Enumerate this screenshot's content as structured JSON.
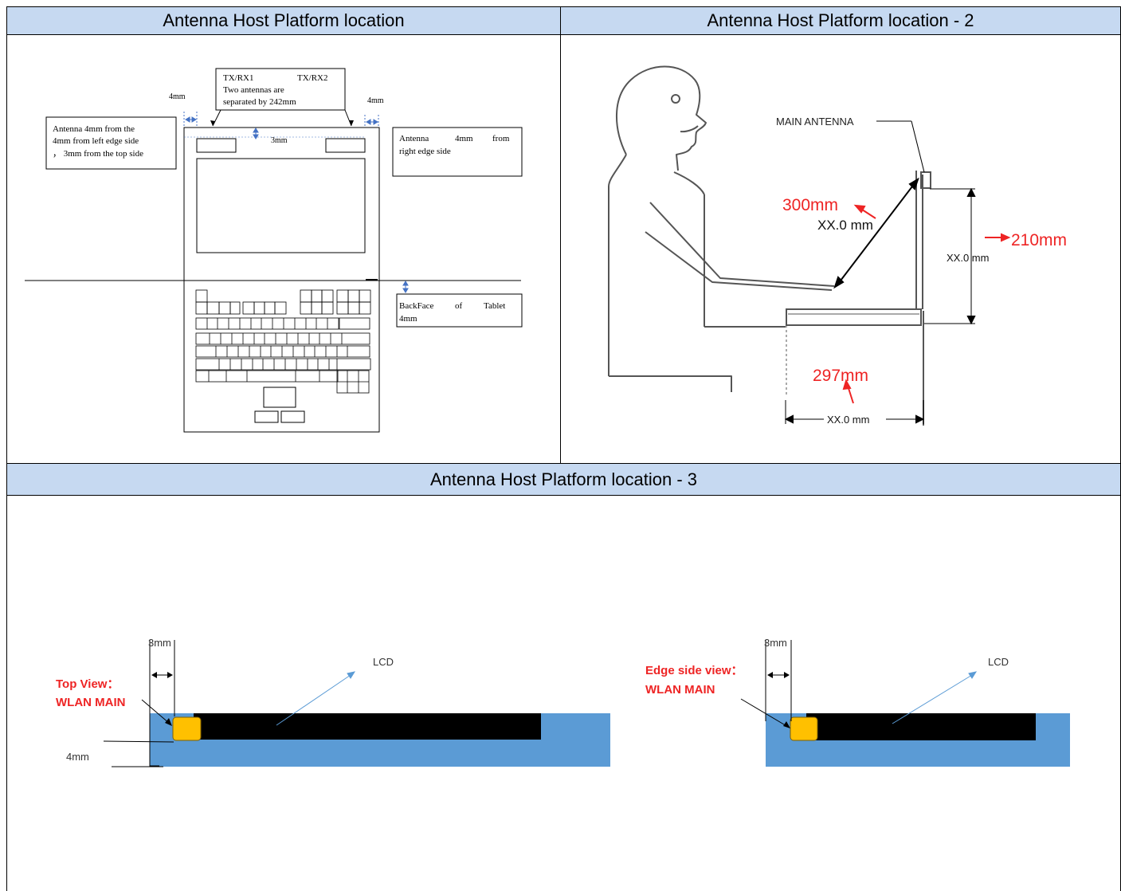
{
  "headers": {
    "h1": "Antenna Host Platform location",
    "h2": "Antenna Host Platform location - 2",
    "h3": "Antenna Host Platform location - 3"
  },
  "fig1": {
    "top_box": [
      "TX/RX1",
      "TX/RX2",
      "Two antennas are",
      "separated by 242mm"
    ],
    "left_4mm": "4mm",
    "right_4mm": "4mm",
    "top_3mm": "3mm",
    "left_note": [
      "Antenna 4mm from the",
      "4mm from left edge side",
      "， 3mm from the top side"
    ],
    "right_note_1a": "Antenna",
    "right_note_1b": "4mm",
    "right_note_1c": "from",
    "right_note_2": "right edge side",
    "back_note_1a": "BackFace",
    "back_note_1b": "of",
    "back_note_1c": "Tablet",
    "back_note_2": "4mm"
  },
  "fig2": {
    "main_antenna": "MAIN ANTENNA",
    "dist_red": "300mm",
    "dist_black": "XX.0 mm",
    "height_red": "210mm",
    "height_black": "XX.0 mm",
    "width_red": "297mm",
    "width_black": "XX.0 mm"
  },
  "fig3": {
    "left": {
      "dim_3mm": "3mm",
      "lcd": "LCD",
      "title1": "Top View：",
      "title2": "WLAN MAIN",
      "dim_4mm": "4mm"
    },
    "right": {
      "dim_3mm": "3mm",
      "lcd": "LCD",
      "title1": "Edge side view：",
      "title2": "WLAN MAIN"
    }
  },
  "colors": {
    "header_bg": "#c6d9f1",
    "panel_blue": "#5b9bd5",
    "antenna_orange": "#ffc000",
    "red_text": "#ee2424",
    "arrow_blue": "#4472c4"
  }
}
